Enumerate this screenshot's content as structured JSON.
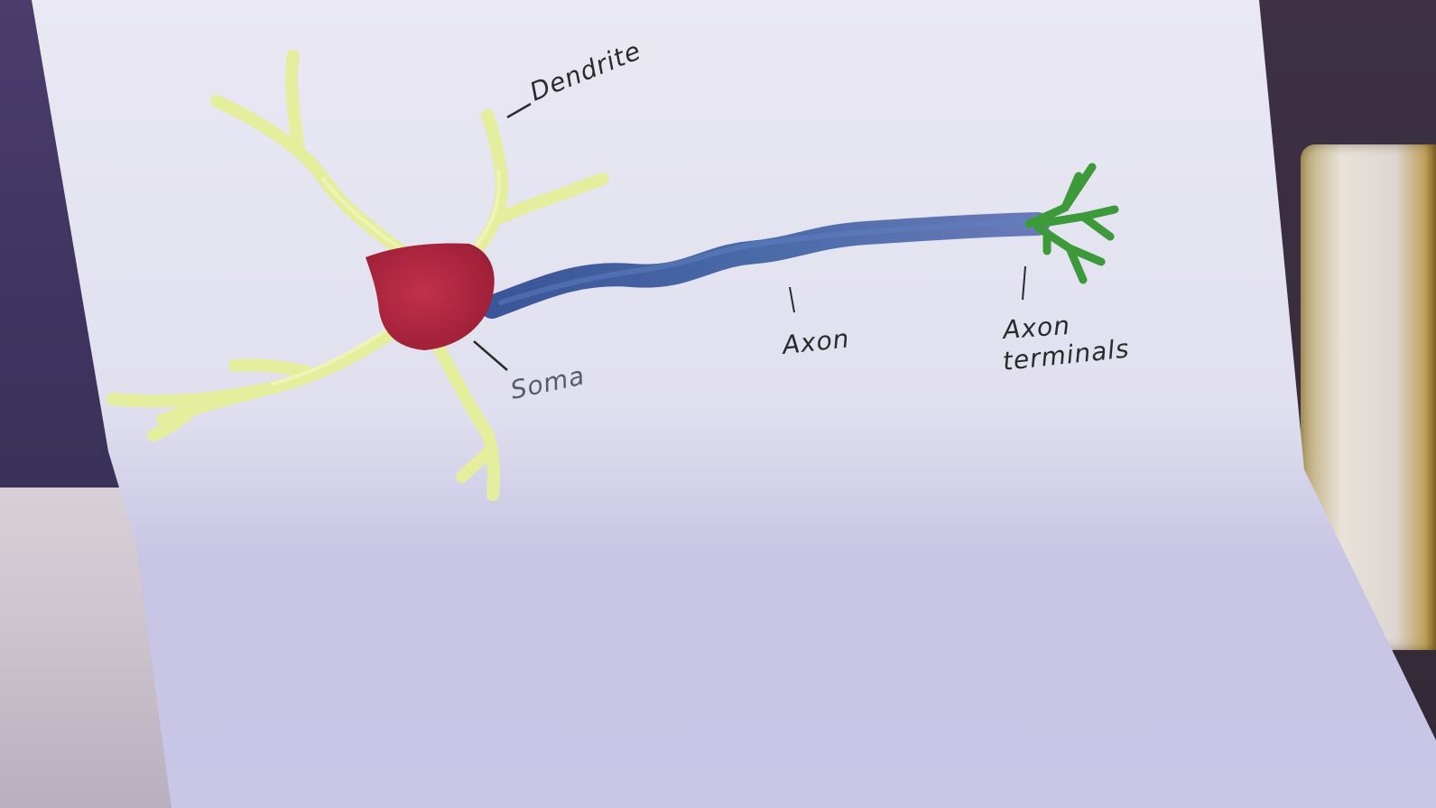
{
  "labels": {
    "dendrite": "Dendrite",
    "soma": "Soma",
    "axon": "Axon",
    "axon_terminals_line1": "Axon",
    "axon_terminals_line2": "terminals"
  },
  "colors": {
    "dendrite": "#e4ee9c",
    "soma": "#b2263e",
    "axon": "#3b5a93",
    "axon_terminals": "#3d9a3a",
    "paper": "#e6e4f2",
    "ink": "#2a2a2a"
  }
}
